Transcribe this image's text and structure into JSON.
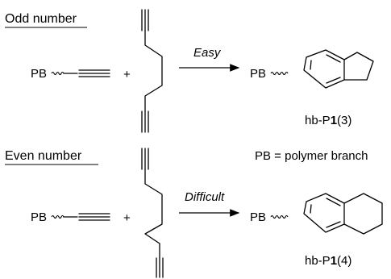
{
  "sections": [
    {
      "heading": "Odd number",
      "reactant_label": "PB",
      "plus": "+",
      "condition": "Easy",
      "product_label": "PB",
      "product_name": {
        "prefix": "hb-P",
        "bold": "1",
        "suffix": "(3)"
      }
    },
    {
      "heading": "Even number",
      "reactant_label": "PB",
      "plus": "+",
      "condition": "Difficult",
      "product_label": "PB",
      "product_name": {
        "prefix": "hb-P",
        "bold": "1",
        "suffix": "(4)"
      }
    }
  ],
  "legend": "PB = polymer branch"
}
